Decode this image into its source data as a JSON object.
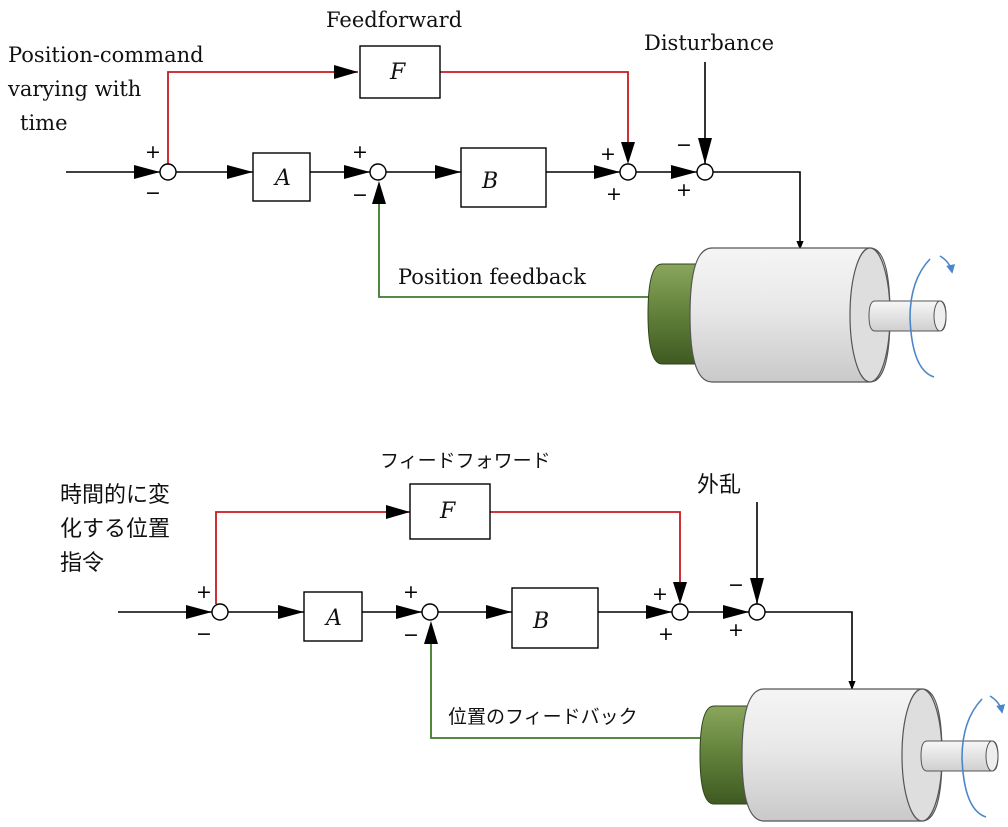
{
  "diagrams": [
    {
      "id": "english",
      "input_label": [
        "Position-command",
        "varying with",
        "time"
      ],
      "feedforward_label": "Feedforward",
      "disturbance_label": "Disturbance",
      "feedback_label": "Position feedback",
      "block_f": "F",
      "block_a": "A",
      "block_b": "B",
      "plus": "+",
      "minus": "−"
    },
    {
      "id": "japanese",
      "input_label": [
        "時間的に変",
        "化する位置",
        "指令"
      ],
      "feedforward_label": "フィードフォワード",
      "disturbance_label": "外乱",
      "feedback_label": "位置のフィードバック",
      "block_f": "F",
      "block_a": "A",
      "block_b": "B",
      "plus": "+",
      "minus": "−"
    }
  ],
  "colors": {
    "feedforward_path": "#c8191e",
    "feedback_path": "#3f7a2a",
    "rotation_arrow": "#4a86c8",
    "motor_body": "#e6e6e6",
    "motor_encoder": "#5f7d3a"
  }
}
